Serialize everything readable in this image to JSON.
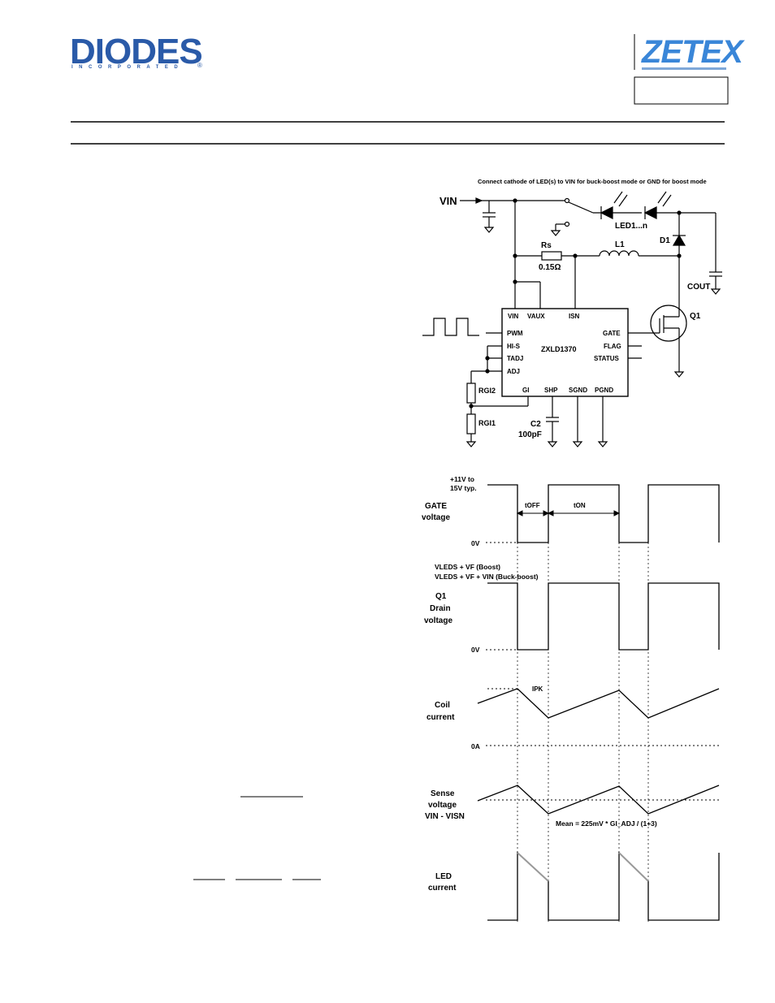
{
  "header": {
    "diodes_logo": "DIODES",
    "diodes_sub": "INCORPORATED",
    "diodes_reg": "®",
    "zetex_logo": "ZETEX"
  },
  "schematic": {
    "note": "Connect cathode of LED(s) to VIN for buck-boost mode or GND for boost mode",
    "vin": "VIN",
    "led": "LED1...n",
    "d1": "D1",
    "rs": "Rs",
    "rs_val": "0.15Ω",
    "l1": "L1",
    "cout": "COUT",
    "q1": "Q1",
    "ic_name": "ZXLD1370",
    "pin_vin": "VIN",
    "pin_vaux": "VAUX",
    "pin_isn": "ISN",
    "pin_pwm": "PWM",
    "pin_hi": "HI-S",
    "pin_tadj": "TADJ",
    "pin_adj": "ADJ",
    "pin_gate": "GATE",
    "pin_flag": "FLAG",
    "pin_status": "STATUS",
    "pin_gi": "GI",
    "pin_sgnd2": "SHP",
    "pin_sgnd": "SGND",
    "pin_pgnd": "PGND",
    "rgi2": "RGI2",
    "rgi1": "RGI1",
    "c2": "C2",
    "c2_val": "100pF"
  },
  "waveforms": {
    "gate_top": "+11V to",
    "gate_top2": "15V typ.",
    "gate_title": "GATE",
    "gate_title2": "voltage",
    "toff": "tOFF",
    "ton": "tON",
    "zero_v": "0V",
    "drain_l1": "VLEDS + VF (Boost)",
    "drain_l2": "VLEDS + VF + VIN (Buck-boost)",
    "drain_title": "Q1",
    "drain_title2": "Drain",
    "drain_title3": "voltage",
    "zero_v2": "0V",
    "ipk": "IPK",
    "coil_title": "Coil",
    "coil_title2": "current",
    "zero_a": "0A",
    "sense_title": "Sense",
    "sense_title2": "voltage",
    "sense_title3": "VIN - VISN",
    "mean": "Mean = 225mV * GI_ADJ / (1+3)",
    "led_title": "LED",
    "led_title2": "current"
  }
}
